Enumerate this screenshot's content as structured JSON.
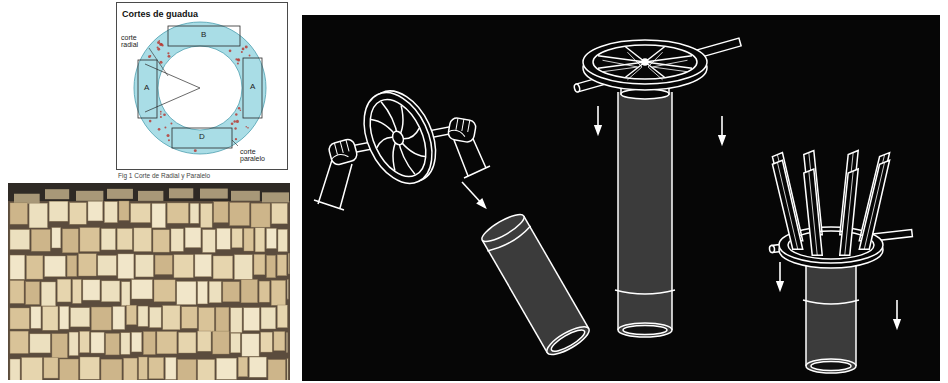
{
  "diagram": {
    "caption": "Fig 1 Corte de Radial y Paralelo",
    "nodes": [
      {
        "text": [
          "Cortes de guadua"
        ]
      }
    ],
    "labels": [
      "corte radial",
      "B",
      "A",
      "A",
      "D",
      "corte paralelo"
    ]
  }
}
